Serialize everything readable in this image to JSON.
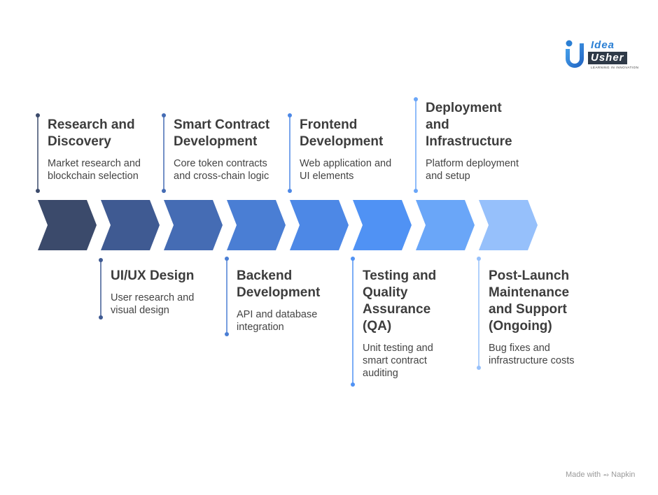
{
  "logo": {
    "word1": "Idea",
    "word2": "Usher",
    "tagline": "LEARNING IN INNOVATION"
  },
  "steps": [
    {
      "title": "Research and\nDiscovery",
      "description": "Market research and\nblockchain selection",
      "color": "#3b4a6b"
    },
    {
      "title": "UI/UX Design",
      "description": "User research and\nvisual design",
      "color": "#3f5a92"
    },
    {
      "title": "Smart Contract\nDevelopment",
      "description": "Core token contracts\nand cross-chain logic",
      "color": "#456cb4"
    },
    {
      "title": "Backend\nDevelopment",
      "description": "API and database\nintegration",
      "color": "#4a7ed4"
    },
    {
      "title": "Frontend\nDevelopment",
      "description": "Web application and\nUI elements",
      "color": "#4d88e6"
    },
    {
      "title": "Testing and\nQuality\nAssurance\n(QA)",
      "description": "Unit testing and\nsmart contract\nauditing",
      "color": "#5092f4"
    },
    {
      "title": "Deployment\nand\nInfrastructure",
      "description": "Platform deployment\nand setup",
      "color": "#6aa6f8"
    },
    {
      "title": "Post-Launch\nMaintenance\nand Support\n(Ongoing)",
      "description": "Bug fixes and\ninfrastructure costs",
      "color": "#96c0fb"
    }
  ],
  "footer": {
    "made_with": "Made with",
    "brand": "Napkin"
  }
}
